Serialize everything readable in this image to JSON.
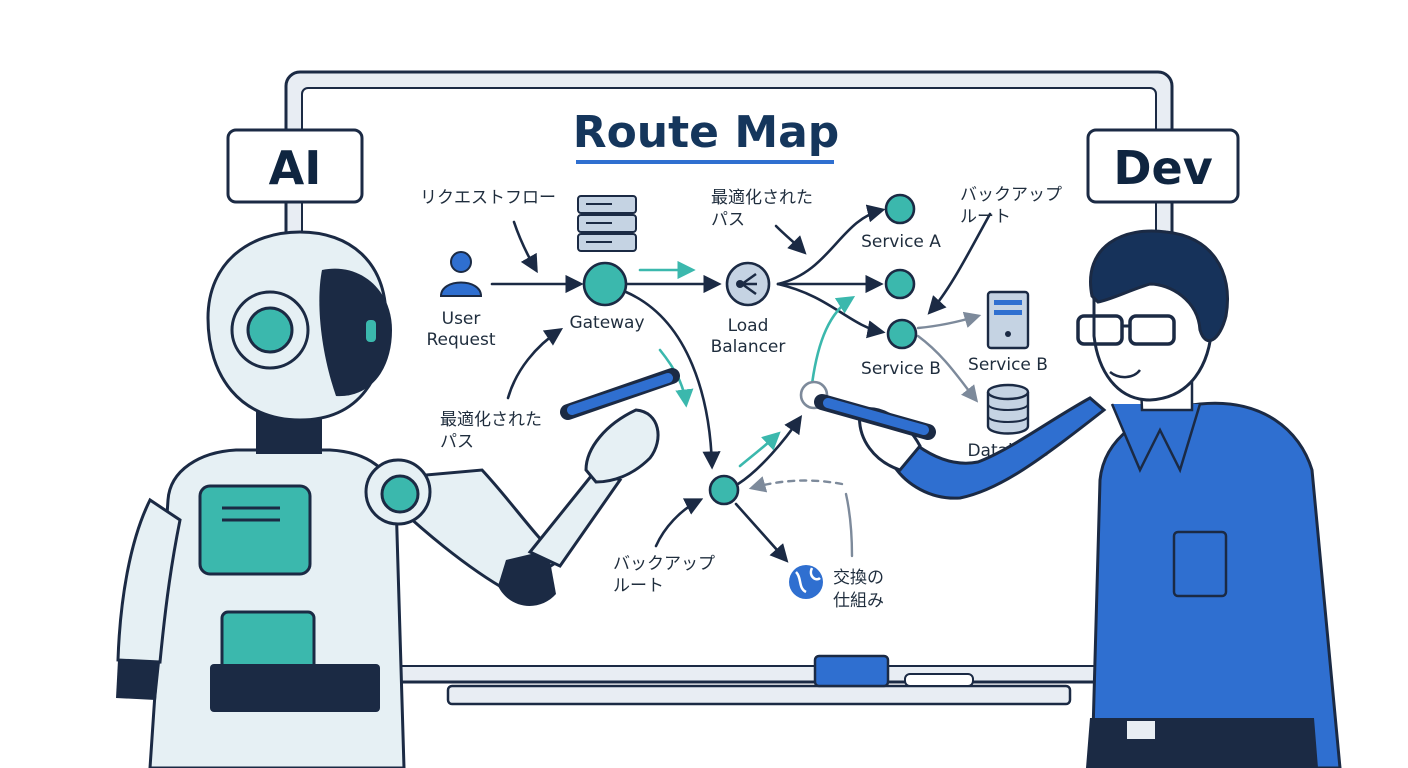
{
  "title": "Route Map",
  "tags": {
    "ai": "AI",
    "dev": "Dev"
  },
  "nodes": {
    "user_request": [
      "User",
      "Request"
    ],
    "gateway": "Gateway",
    "load_balancer": [
      "Load",
      "Balancer"
    ],
    "service_a": "Service A",
    "service_b": "Service B",
    "service_b_server": "Service B",
    "database": "Database"
  },
  "annotations": {
    "request_flow": "リクエストフロー",
    "optimized_path_top": [
      "最適化された",
      "パス"
    ],
    "backup_route_top": [
      "バックアップ",
      "ルート"
    ],
    "optimized_path_left": [
      "最適化された",
      "パス"
    ],
    "backup_route_bottom": [
      "バックアップ",
      "ルート"
    ],
    "swap_mechanism": [
      "交換の",
      "仕組み"
    ]
  },
  "icons": [
    "user-icon",
    "server-rack-icon",
    "load-balancer-icon",
    "server-icon",
    "database-icon",
    "globe-icon"
  ],
  "colors": {
    "accent_blue": "#2f6fd0",
    "teal": "#3bb8ad",
    "navy": "#1b2a44",
    "node_fill": "#3bb8ad"
  }
}
